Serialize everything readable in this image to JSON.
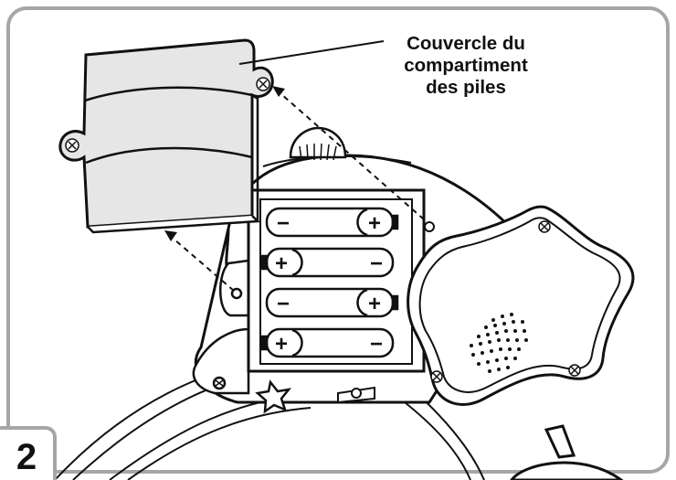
{
  "callout": {
    "line1": "Couvercle du",
    "line2": "compartiment",
    "line3": "des piles"
  },
  "step_number": "2",
  "batteries": [
    {
      "left_symbol": "−",
      "right_symbol": "+"
    },
    {
      "left_symbol": "+",
      "right_symbol": "−"
    },
    {
      "left_symbol": "−",
      "right_symbol": "+"
    },
    {
      "left_symbol": "+",
      "right_symbol": "−"
    }
  ],
  "colors": {
    "frame": "#a6a6a6",
    "cover": "#e6e6e6",
    "line": "#111111",
    "fill": "#ffffff"
  }
}
